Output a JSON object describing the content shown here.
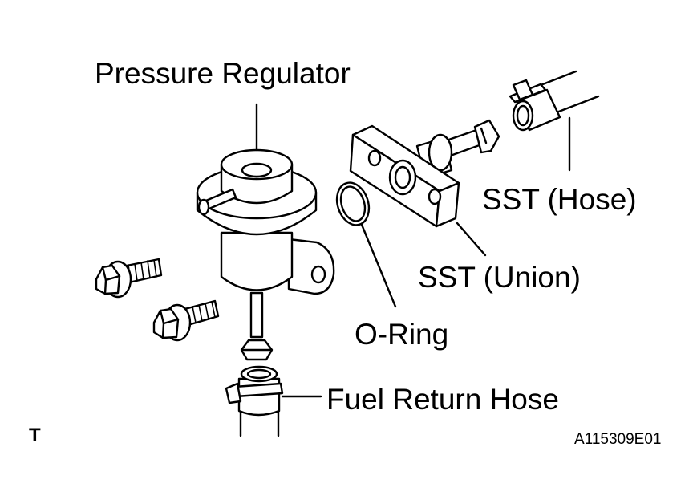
{
  "labels": {
    "pressure_regulator": "Pressure Regulator",
    "sst_hose": "SST (Hose)",
    "sst_union": "SST (Union)",
    "o_ring": "O-Ring",
    "fuel_return_hose": "Fuel Return Hose"
  },
  "corner_mark": "T",
  "figure_id": "A115309E01",
  "colors": {
    "ink": "#000000",
    "paper": "#ffffff"
  }
}
